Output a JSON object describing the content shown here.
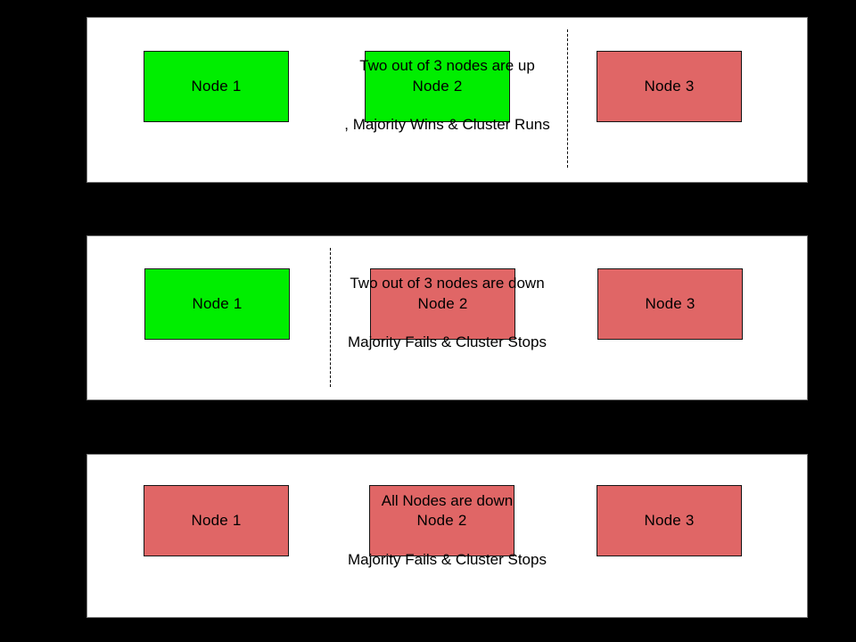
{
  "colors": {
    "node_up": "#00EE00",
    "node_down": "#E06666",
    "panel_background": "#FFFFFF",
    "canvas_background": "#000000"
  },
  "panels": [
    {
      "scenario": "two-nodes-up",
      "nodes": [
        {
          "label": "Node 1",
          "status": "up",
          "color": "#00EE00"
        },
        {
          "label": "Node 2",
          "status": "up",
          "color": "#00EE00"
        },
        {
          "label": "Node 3",
          "status": "down",
          "color": "#E06666"
        }
      ],
      "caption_line1": "Two out of 3 nodes are up",
      "caption_line2": ", Majority Wins & Cluster Runs"
    },
    {
      "scenario": "two-nodes-down",
      "nodes": [
        {
          "label": "Node 1",
          "status": "up",
          "color": "#00EE00"
        },
        {
          "label": "Node 2",
          "status": "down",
          "color": "#E06666"
        },
        {
          "label": "Node 3",
          "status": "down",
          "color": "#E06666"
        }
      ],
      "caption_line1": "Two out of 3 nodes are down",
      "caption_line2": "Majority Fails & Cluster Stops"
    },
    {
      "scenario": "all-nodes-down",
      "nodes": [
        {
          "label": "Node 1",
          "status": "down",
          "color": "#E06666"
        },
        {
          "label": "Node 2",
          "status": "down",
          "color": "#E06666"
        },
        {
          "label": "Node 3",
          "status": "down",
          "color": "#E06666"
        }
      ],
      "caption_line1": "All Nodes are down",
      "caption_line2": "Majority Fails & Cluster Stops"
    }
  ]
}
